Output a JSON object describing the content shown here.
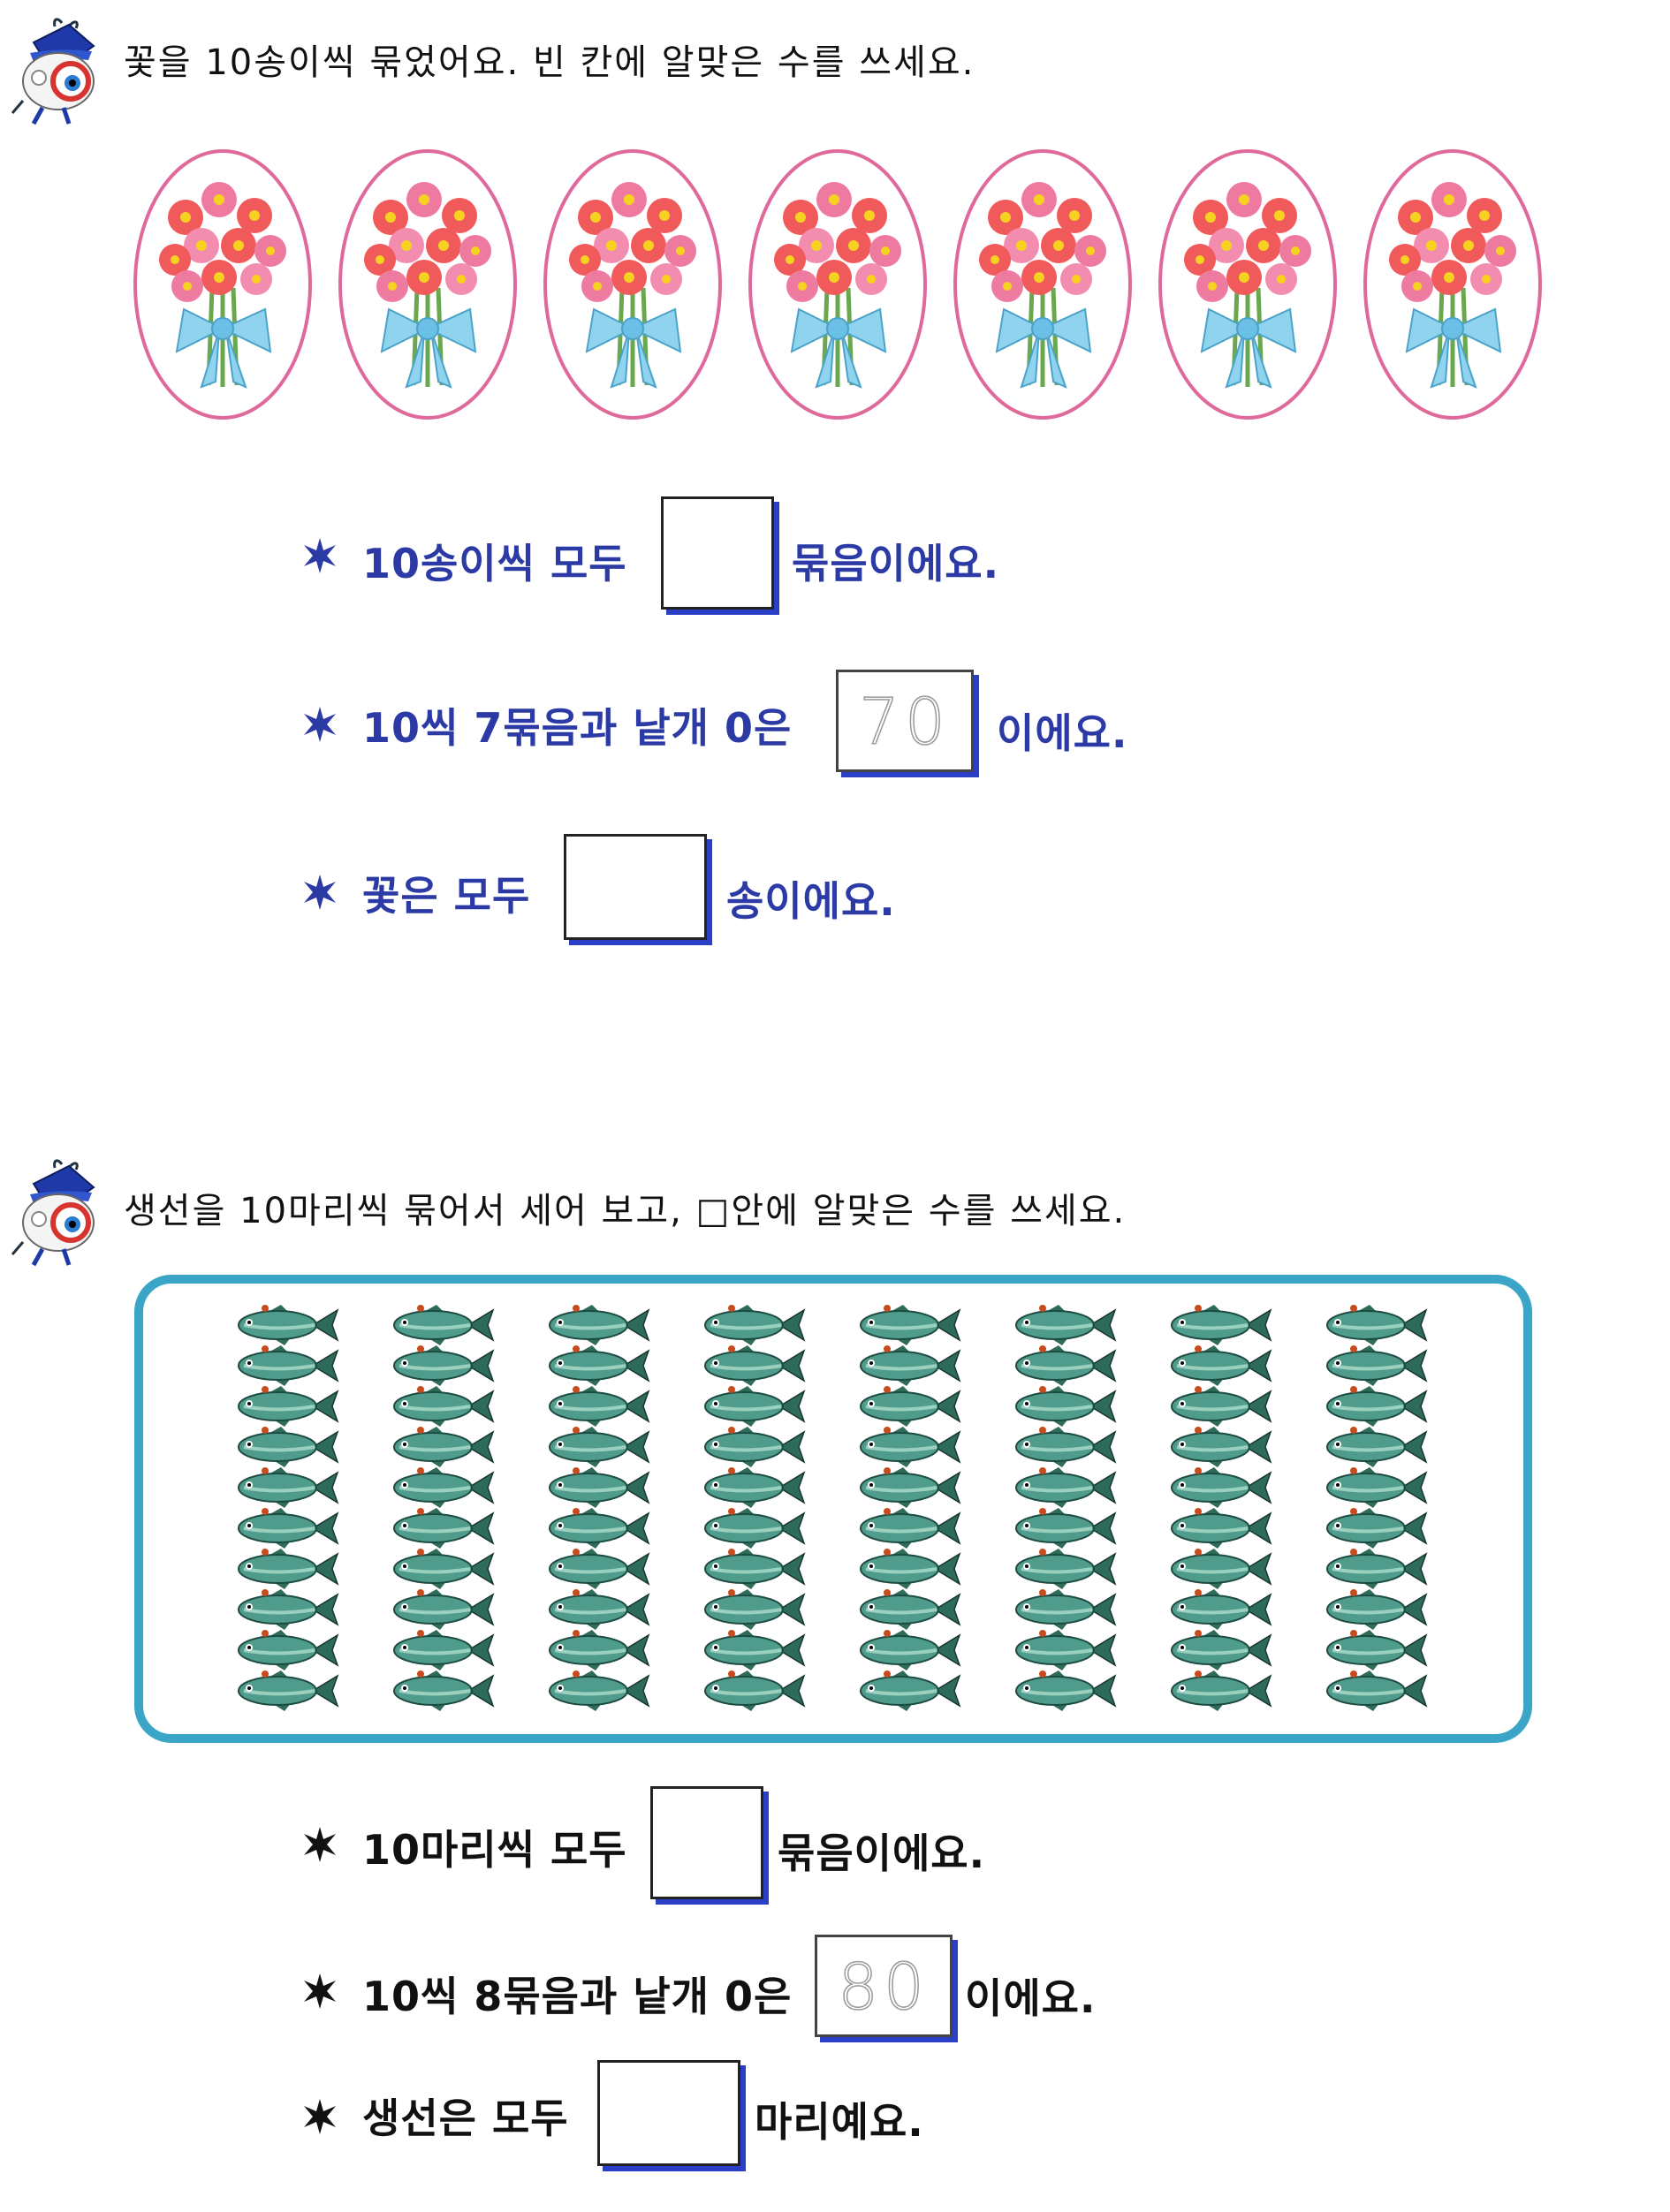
{
  "section1": {
    "instruction": "꽃을 10송이씩 묶었어요. 빈 칸에 알맞은 수를 쓰세요.",
    "bouquet_count": 7,
    "questions": [
      {
        "star": "✲",
        "before": "10송이씩 모두",
        "answer": "",
        "after": "묶음이에요."
      },
      {
        "star": "✲",
        "before": "10씩 7묶음과 낱개 0은",
        "answer": "70",
        "after": "이에요."
      },
      {
        "star": "✲",
        "before": "꽃은 모두",
        "answer": "",
        "after": "송이에요."
      }
    ]
  },
  "section2": {
    "instruction": "생선을 10마리씩 묶어서 세어 보고, □안에 알맞은 수를 쓰세요.",
    "fish_columns": 8,
    "fish_per_column": 10,
    "questions": [
      {
        "star": "✲",
        "before": "10마리씩 모두",
        "answer": "",
        "after": "묶음이에요."
      },
      {
        "star": "✲",
        "before": "10씩 8묶음과 낱개 0은",
        "answer": "80",
        "after": "이에요."
      },
      {
        "star": "✲",
        "before": "생선은 모두",
        "answer": "",
        "after": "마리예요."
      }
    ]
  },
  "colors": {
    "section1_text": "#2b3aa5",
    "section2_text": "#111111",
    "box_shadow": "#2a3fc5",
    "fish_panel_border": "#3aa5c6",
    "bouquet_border": "#e0699b"
  }
}
